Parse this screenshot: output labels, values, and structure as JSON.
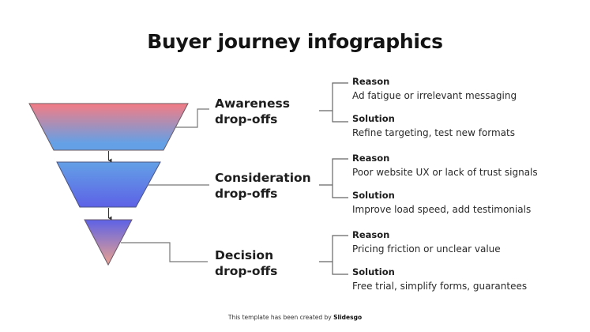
{
  "title": "Buyer journey infographics",
  "colors": {
    "coral": "#f07f86",
    "sky_blue": "#64a0e6",
    "indigo": "#5d62e6",
    "peach": "#e39c93",
    "line": "#666666",
    "text": "#1b1b1b"
  },
  "stages": [
    {
      "label_line1": "Awareness",
      "label_line2": "drop-offs",
      "reason_heading": "Reason",
      "reason_text": "Ad fatigue or irrelevant messaging",
      "solution_heading": "Solution",
      "solution_text": "Refine targeting, test new formats"
    },
    {
      "label_line1": "Consideration",
      "label_line2": "drop-offs",
      "reason_heading": "Reason",
      "reason_text": "Poor website UX or lack of trust signals",
      "solution_heading": "Solution",
      "solution_text": "Improve load speed, add testimonials"
    },
    {
      "label_line1": "Decision",
      "label_line2": "drop-offs",
      "reason_heading": "Reason",
      "reason_text": "Pricing friction or unclear value",
      "solution_heading": "Solution",
      "solution_text": "Free trial, simplify forms, guarantees"
    }
  ],
  "footer": {
    "prefix": "This template has been created by",
    "brand": "Slidesgo"
  }
}
